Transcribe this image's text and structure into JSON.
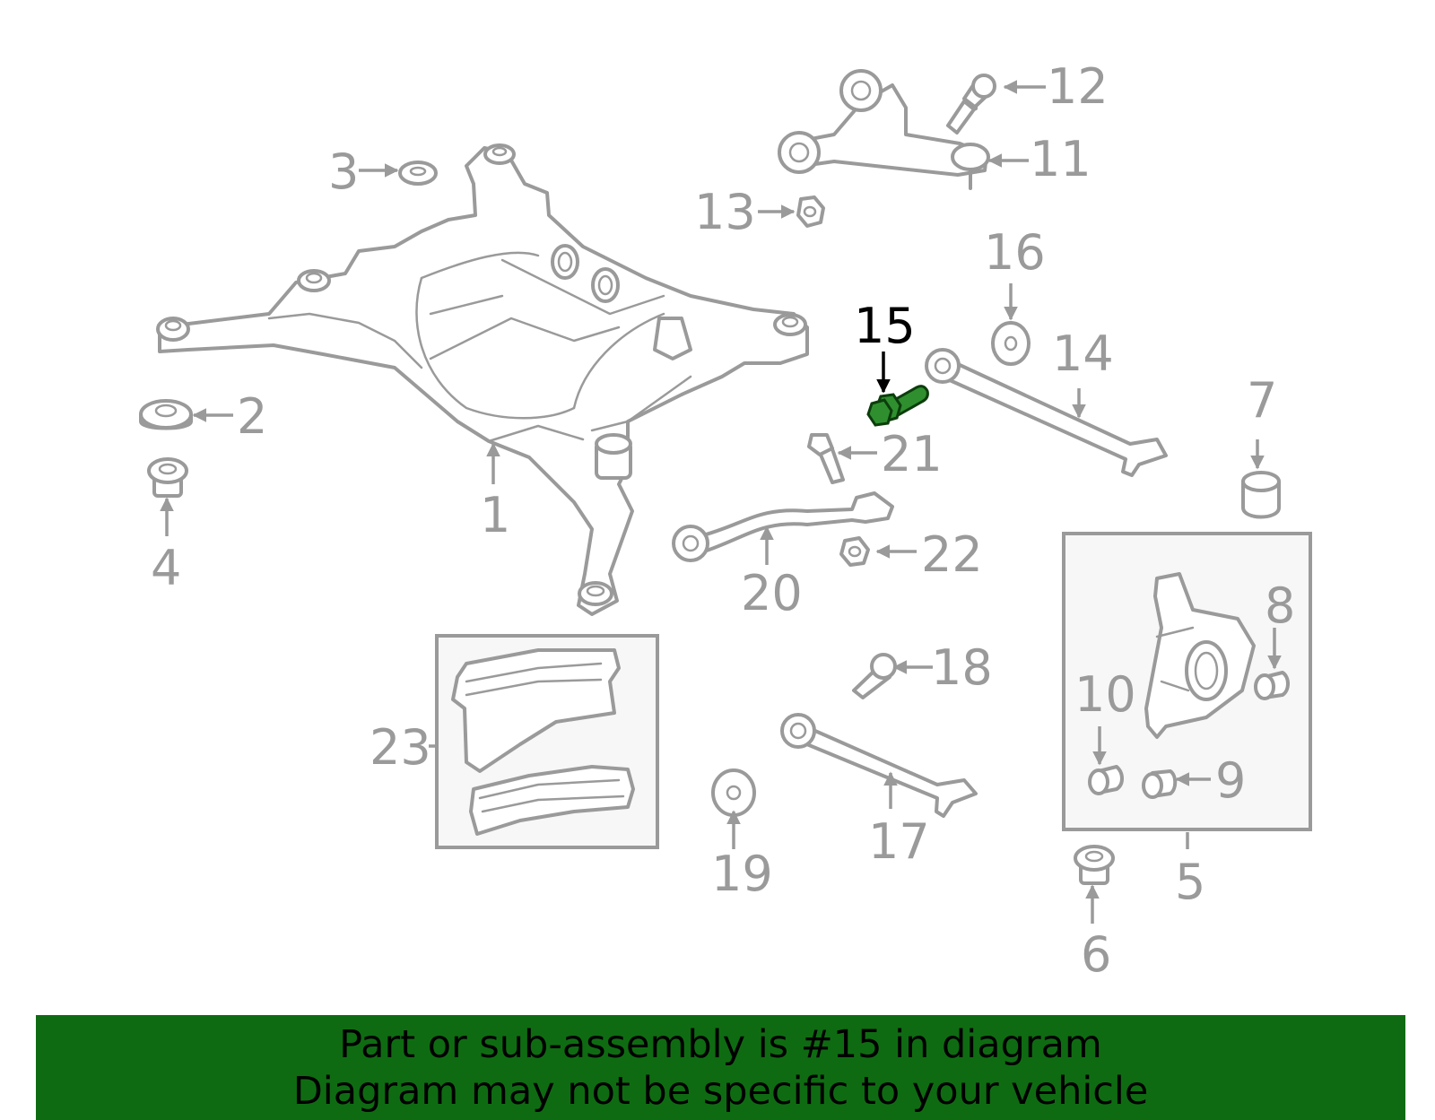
{
  "diagram": {
    "highlighted_part": "15",
    "callouts": [
      "1",
      "2",
      "3",
      "4",
      "5",
      "6",
      "7",
      "8",
      "9",
      "10",
      "11",
      "12",
      "13",
      "14",
      "15",
      "16",
      "17",
      "18",
      "19",
      "20",
      "21",
      "22",
      "23"
    ]
  },
  "banner": {
    "line1": "Part or sub-assembly is #15 in diagram",
    "line2": "Diagram may not be specific to your vehicle",
    "background": "#0f6b12"
  },
  "colors": {
    "line_art": "#9a9a9a",
    "highlight_part": "#2f8f2f",
    "highlight_label": "#000000"
  }
}
